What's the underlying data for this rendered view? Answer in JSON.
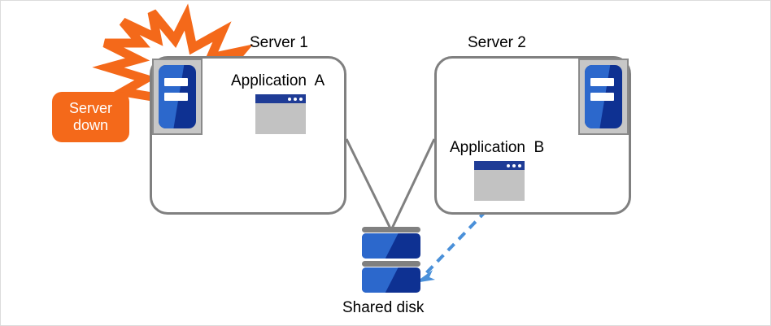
{
  "diagram": {
    "title_visible": false,
    "colors": {
      "box_border": "#808080",
      "server_icon_blue_light": "#2c68cc",
      "server_icon_blue_dark": "#0e3192",
      "app_titlebar": "#1f3c96",
      "app_body": "#c2c2c2",
      "alert_orange": "#f4691a",
      "dashed_arrow_blue": "#4a90d9",
      "connector_gray": "#808080",
      "canvas_background": "#ffffff"
    },
    "nodes": {
      "server1": {
        "title": "Server 1",
        "app_label": "Application  A",
        "icon": "server-machine-icon",
        "app_icon": "application-window-icon",
        "state": "down"
      },
      "server2": {
        "title": "Server 2",
        "app_label": "Application  B",
        "icon": "server-machine-icon",
        "app_icon": "application-window-icon",
        "state": "active"
      },
      "shared_disk": {
        "label": "Shared disk",
        "icon": "disk-stack-icon",
        "block_count": 2
      },
      "alert": {
        "line1": "Server",
        "line2": "down",
        "icon": "burst-lightning-icon"
      }
    },
    "connectors": [
      {
        "name": "server1-to-shared-disk",
        "style": "solid",
        "color": "#808080"
      },
      {
        "name": "server2-to-shared-disk",
        "style": "solid",
        "color": "#808080"
      },
      {
        "name": "application-b-to-shared-disk",
        "style": "dashed",
        "color": "#4a90d9",
        "arrow": "to-disk"
      }
    ]
  }
}
